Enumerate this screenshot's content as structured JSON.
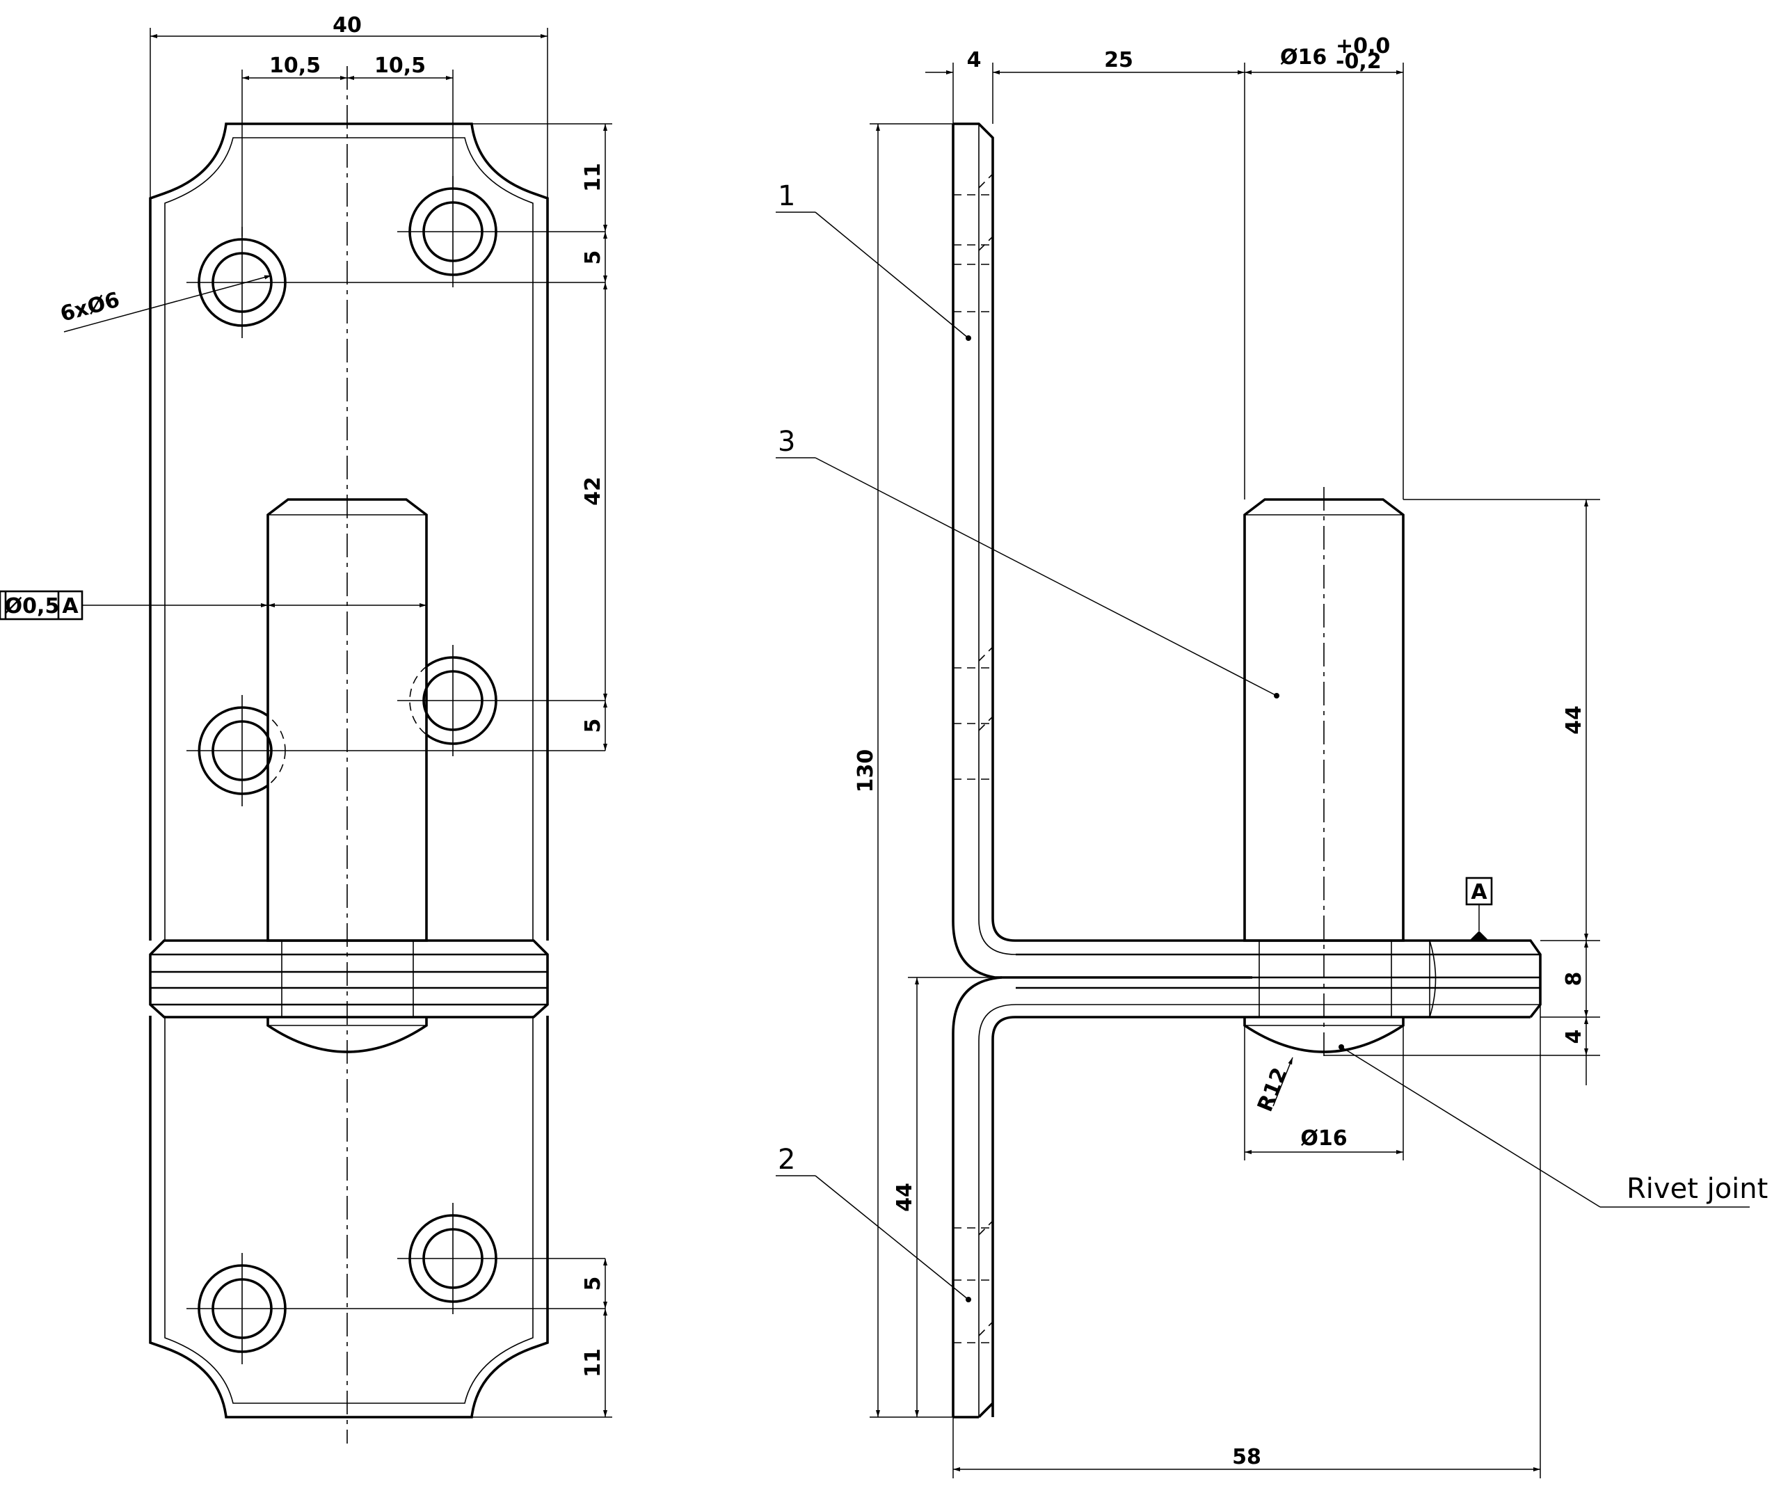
{
  "front_view": {
    "dims": {
      "overall_width": "40",
      "left_offset": "10,5",
      "right_offset": "10,5",
      "top_edge": "11",
      "hole_offset_top": "5",
      "hole_spacing": "42",
      "hole_offset_mid": "5",
      "hole_offset_bottom": "5",
      "bottom_edge": "11",
      "holes": "6xØ6"
    },
    "tolerance": {
      "symbol": "Ø0,5",
      "datum": "A"
    }
  },
  "side_view": {
    "dims": {
      "thickness": "4",
      "offset": "25",
      "pin_dia": "Ø16",
      "pin_tol_upper": "+0,0",
      "pin_tol_lower": "-0,2",
      "overall_height": "130",
      "pin_height": "44",
      "lower_height": "44",
      "knuckle": "8",
      "head_height": "4",
      "radius": "R12",
      "head_dia": "Ø16",
      "overall_length": "58"
    },
    "datum": "A",
    "labels": {
      "part1": "1",
      "part2": "2",
      "part3": "3",
      "rivet": "Rivet joint"
    }
  }
}
